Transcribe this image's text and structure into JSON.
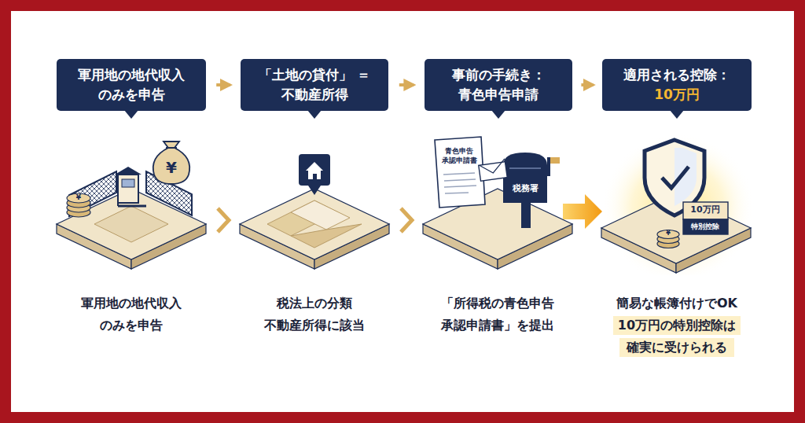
{
  "diagram": {
    "nodes": [
      {
        "text": [
          "軍用地の地代収入 のみを申告"
        ]
      },
      {
        "text": [
          "「土地の貸付」 ＝不動産所得"
        ]
      },
      {
        "text": [
          "事前の手続き： 青色申告申請"
        ]
      },
      {
        "text": [
          "適用される控除：",
          "10万円"
        ]
      }
    ],
    "edges": [
      {
        "from": 0,
        "to": 1,
        "arrow": "to"
      },
      {
        "from": 1,
        "to": 2,
        "arrow": "to"
      },
      {
        "from": 2,
        "to": 3,
        "arrow": "to"
      }
    ],
    "labels": [
      "¥",
      "¥",
      "青色申告 承認申請書",
      "税務署",
      "10万円",
      "特別控除",
      "¥",
      "軍用地の地代収入 のみを申告",
      "税法上の分類 不動産所得に該当",
      "「所得税の青色申告 承認申請書」を提出",
      "簡易な帳簿付けでOK 10万円の特別控除は 確実に受けられる"
    ]
  }
}
